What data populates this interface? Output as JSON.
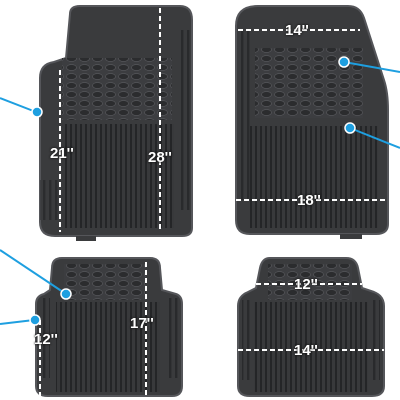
{
  "labels": {
    "front_driver_width": "21''",
    "front_driver_length": "28''",
    "front_passenger_top_width": "14''",
    "front_passenger_bottom_width": "18''",
    "rear_left_length": "17''",
    "rear_left_width": "12''",
    "rear_right_top_width": "12''",
    "rear_right_bottom_width": "14''"
  },
  "colors": {
    "mat": "#3a3b3d",
    "mat_dark": "#2a2b2d",
    "mat_edge": "#505154",
    "ribs": "#262729",
    "dashed_line": "#ffffff",
    "callout": "#1e9fe0",
    "background": "#ffffff"
  }
}
